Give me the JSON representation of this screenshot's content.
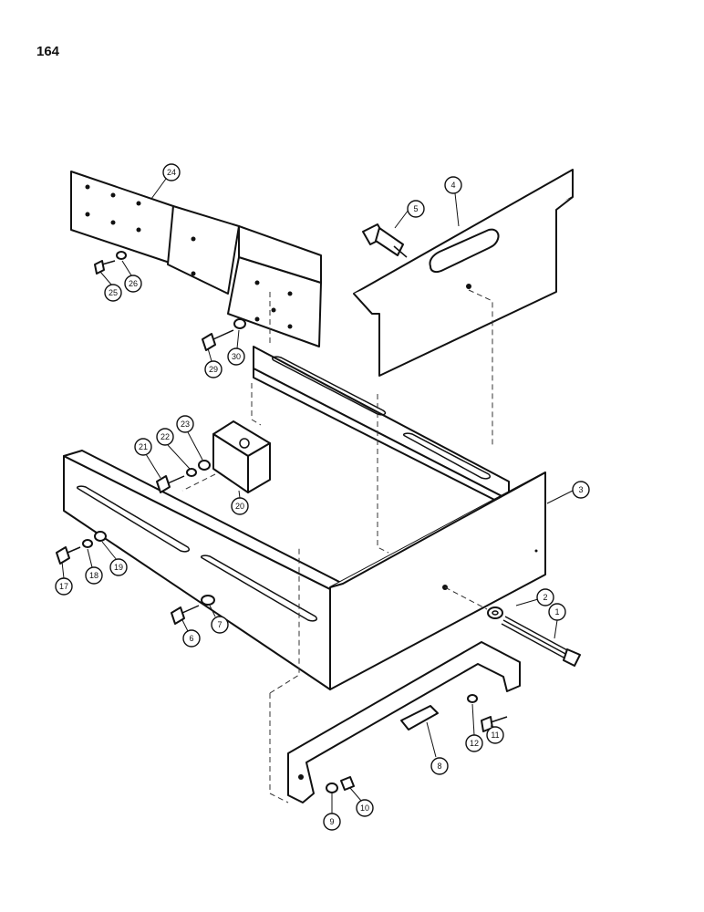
{
  "page_number": "164",
  "callouts": {
    "c1": "1",
    "c2": "2",
    "c3": "3",
    "c4": "4",
    "c5": "5",
    "c6": "6",
    "c7": "7",
    "c8": "8",
    "c9": "9",
    "c10": "10",
    "c11": "11",
    "c12": "12",
    "c17": "17",
    "c18": "18",
    "c19": "19",
    "c20": "20",
    "c21": "21",
    "c22": "22",
    "c23": "23",
    "c24": "24",
    "c25": "25",
    "c26": "26",
    "c29": "29",
    "c30": "30"
  }
}
